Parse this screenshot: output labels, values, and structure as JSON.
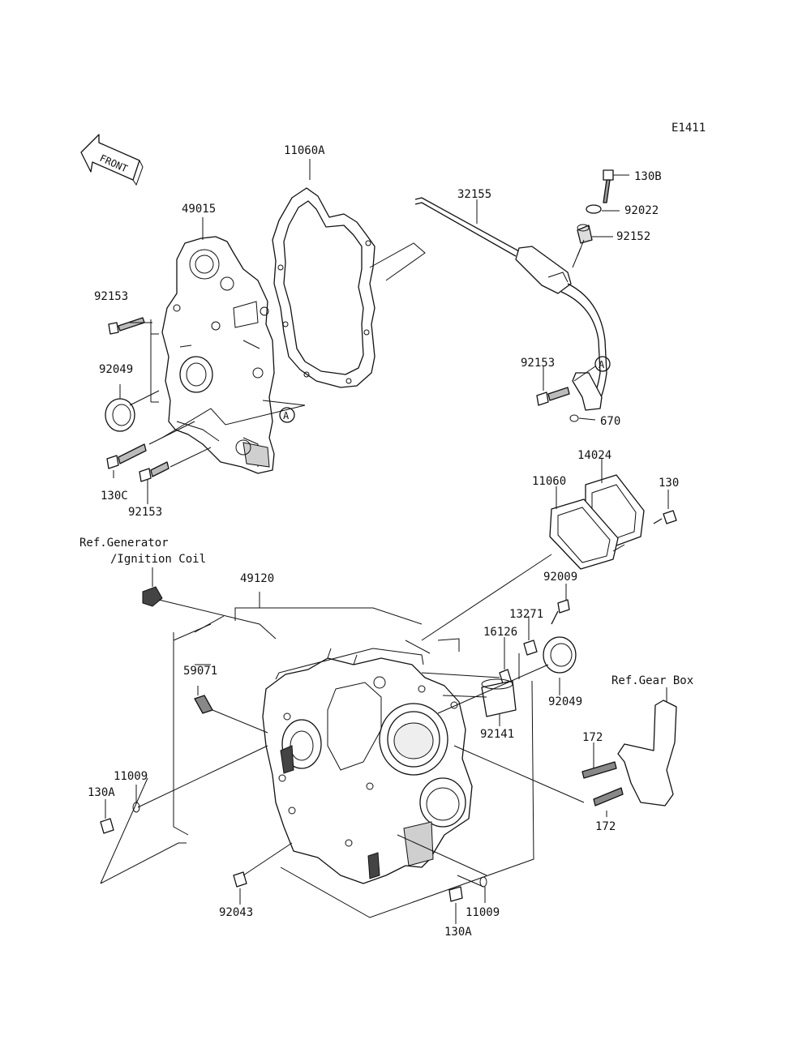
{
  "diagram_code": "E1411",
  "front_label": "FRONT",
  "ref_a": "A",
  "labels": {
    "p11060A": "11060A",
    "p49015": "49015",
    "p92153a": "92153",
    "p92049a": "92049",
    "p130C": "130C",
    "p92153b": "92153",
    "p32155": "32155",
    "p130B": "130B",
    "p92022": "92022",
    "p92152": "92152",
    "p92153c": "92153",
    "p670": "670",
    "p14024": "14024",
    "p11060": "11060",
    "p130": "130",
    "refGen1": "Ref.Generator",
    "refGen2": "/Ignition Coil",
    "p49120": "49120",
    "p92009": "92009",
    "p13271": "13271",
    "p16126": "16126",
    "p59071": "59071",
    "p92049b": "92049",
    "refGear": "Ref.Gear Box",
    "p92141": "92141",
    "p172a": "172",
    "p172b": "172",
    "p11009a": "11009",
    "p130Aa": "130A",
    "p92043": "92043",
    "p11009b": "11009",
    "p130Ab": "130A"
  }
}
